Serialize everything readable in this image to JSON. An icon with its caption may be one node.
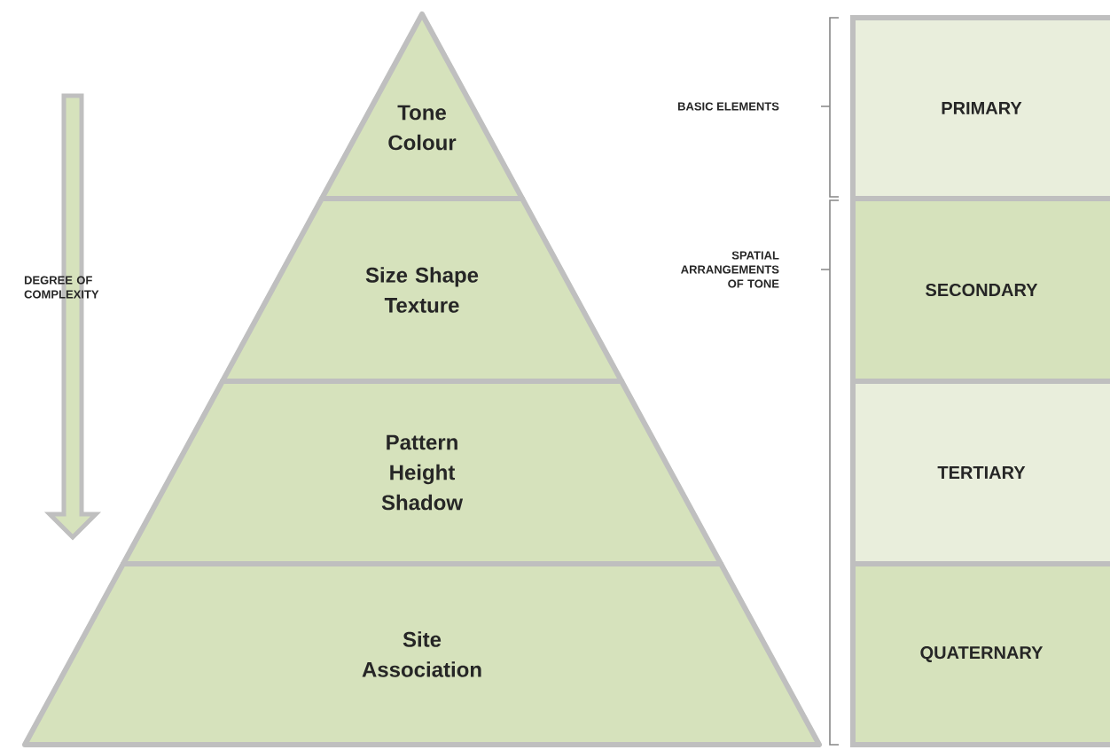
{
  "diagram": {
    "nodes": [
      {
        "text": [
          "Tone Colour"
        ]
      },
      {
        "text": [
          "Size Shape Texture"
        ]
      },
      {
        "text": [
          "Pattern Height Shadow"
        ]
      },
      {
        "text": [
          "Site Association"
        ]
      },
      {
        "text": [
          "PRIMARY"
        ]
      },
      {
        "text": [
          "SECONDARY"
        ]
      },
      {
        "text": [
          "TERTIARY"
        ]
      },
      {
        "text": [
          "QUATERNARY"
        ]
      }
    ],
    "labels": [
      "DEGREE OF COMPLEXITY",
      "BASIC ELEMENTS",
      "SPATIAL ARRANGEMENTS OF TONE"
    ]
  }
}
